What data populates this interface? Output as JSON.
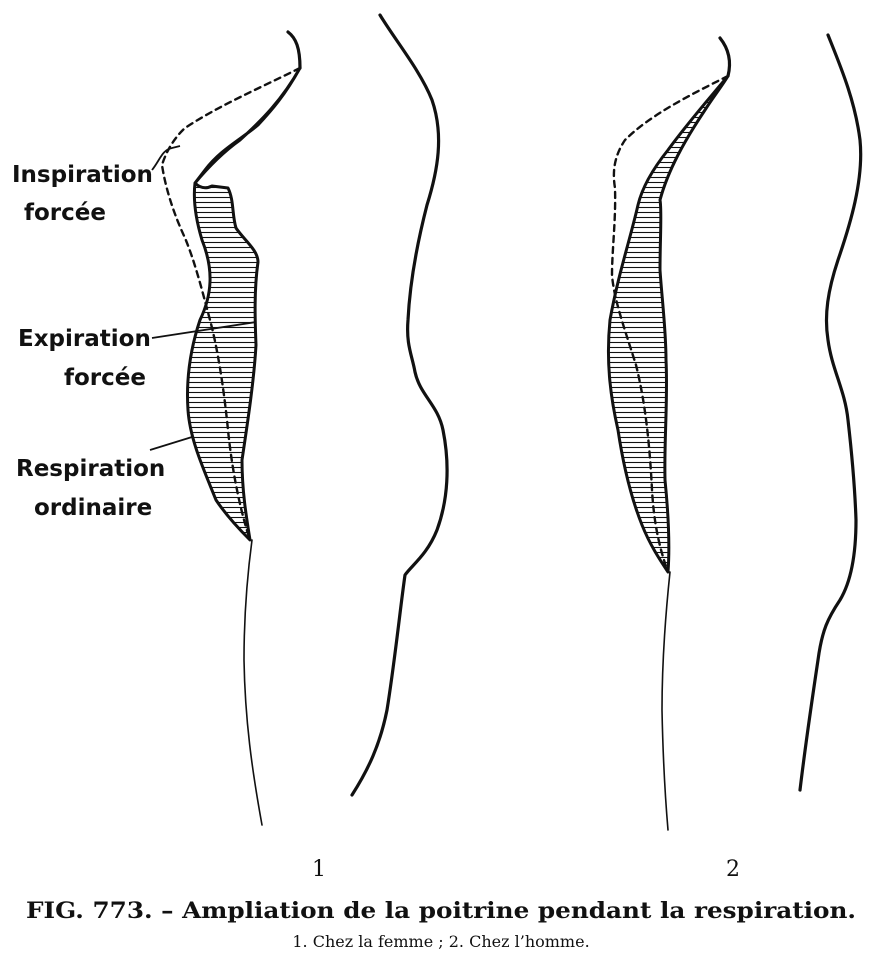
{
  "figure": {
    "labels": {
      "inspiration": [
        "Inspiration",
        "forcée"
      ],
      "expiration": [
        "Expiration",
        "forcée"
      ],
      "respiration": [
        "Respiration",
        "ordinaire"
      ]
    },
    "panel_numbers": [
      "1",
      "2"
    ],
    "caption": {
      "title": "FIG. 773. – Ampliation de la poitrine pendant la respiration.",
      "subtitle": "1. Chez la femme ; 2. Chez l’homme."
    }
  }
}
